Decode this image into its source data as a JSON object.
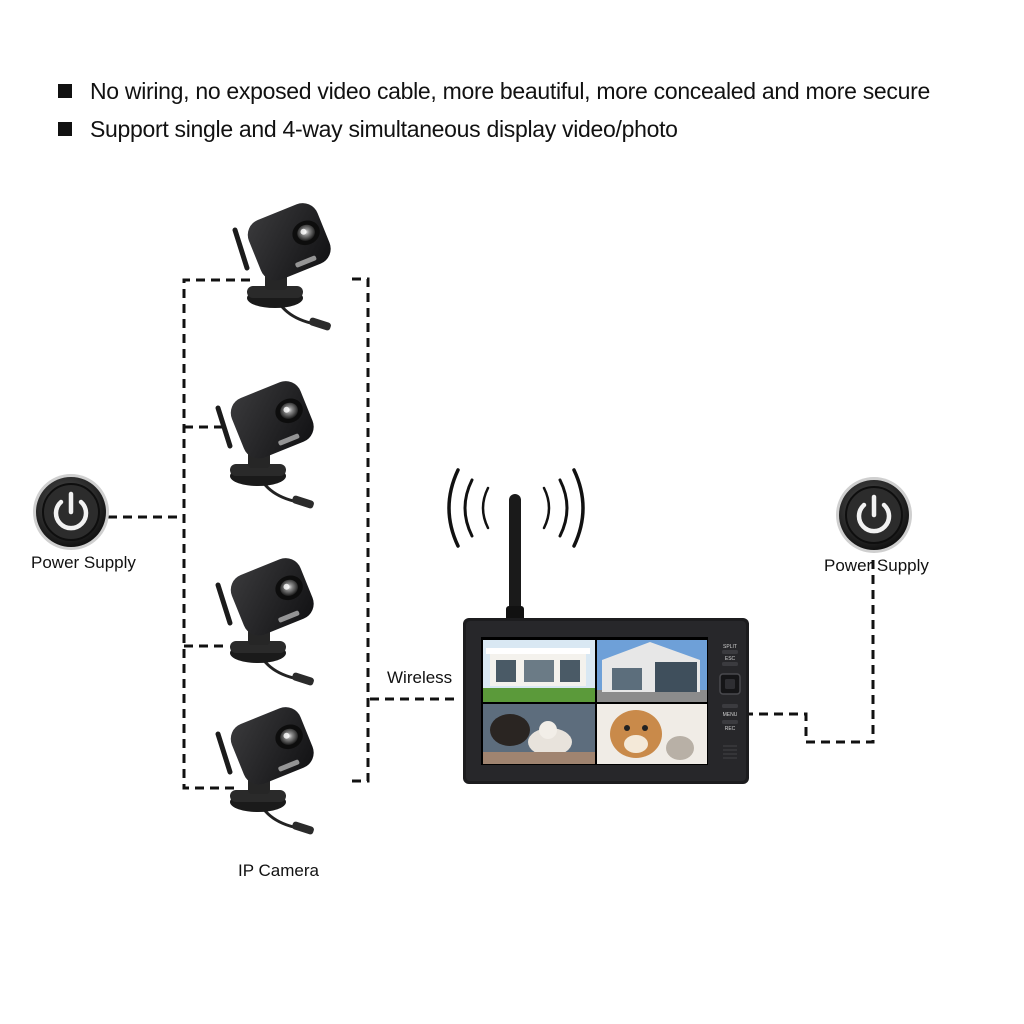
{
  "bullets": [
    {
      "text": "No wiring, no exposed video cable, more beautiful, more concealed and more secure"
    },
    {
      "text": "Support single and 4-way simultaneous display video/photo"
    }
  ],
  "labels": {
    "power_supply_left": "Power Supply",
    "power_supply_right": "Power Supply",
    "wireless": "Wireless",
    "ip_camera": "IP Camera"
  },
  "monitor": {
    "buttons": [
      "SPLIT",
      "ESC",
      "MENU",
      "REC"
    ]
  },
  "icons": {
    "power": "power-icon",
    "camera": "ip-camera-icon",
    "signal": "wireless-signal-icon"
  },
  "colors": {
    "line": "#111111",
    "device": "#1c1c1e"
  }
}
